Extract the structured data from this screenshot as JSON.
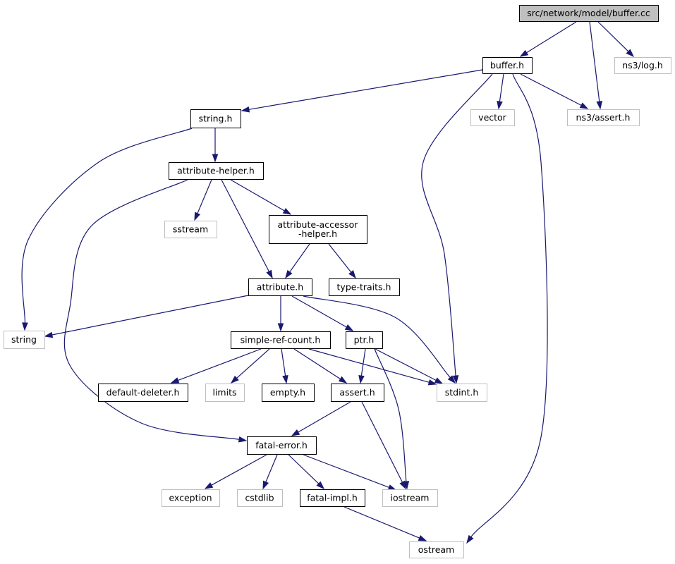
{
  "graph": {
    "colors": {
      "edge": "#191970",
      "root_fill": "#bfbfbf",
      "local_border": "#000000",
      "external_border": "#bfbfbf",
      "text": "#000000"
    },
    "nodes": [
      {
        "id": "buffer_cc",
        "lines": [
          "src/network/model/buffer.cc"
        ],
        "kind": "root"
      },
      {
        "id": "buffer_h",
        "lines": [
          "buffer.h"
        ],
        "kind": "local"
      },
      {
        "id": "log_h",
        "lines": [
          "ns3/log.h"
        ],
        "kind": "external"
      },
      {
        "id": "ns3_assert_h",
        "lines": [
          "ns3/assert.h"
        ],
        "kind": "external"
      },
      {
        "id": "vector",
        "lines": [
          "vector"
        ],
        "kind": "external"
      },
      {
        "id": "string_h",
        "lines": [
          "string.h"
        ],
        "kind": "local"
      },
      {
        "id": "attribute_helper_h",
        "lines": [
          "attribute-helper.h"
        ],
        "kind": "local"
      },
      {
        "id": "sstream",
        "lines": [
          "sstream"
        ],
        "kind": "external"
      },
      {
        "id": "attribute_accessor_helper_h",
        "lines": [
          "attribute-accessor",
          "-helper.h"
        ],
        "kind": "local"
      },
      {
        "id": "attribute_h",
        "lines": [
          "attribute.h"
        ],
        "kind": "local"
      },
      {
        "id": "type_traits_h",
        "lines": [
          "type-traits.h"
        ],
        "kind": "local"
      },
      {
        "id": "string",
        "lines": [
          "string"
        ],
        "kind": "external"
      },
      {
        "id": "simple_ref_count_h",
        "lines": [
          "simple-ref-count.h"
        ],
        "kind": "local"
      },
      {
        "id": "ptr_h",
        "lines": [
          "ptr.h"
        ],
        "kind": "local"
      },
      {
        "id": "default_deleter_h",
        "lines": [
          "default-deleter.h"
        ],
        "kind": "local"
      },
      {
        "id": "limits",
        "lines": [
          "limits"
        ],
        "kind": "external"
      },
      {
        "id": "empty_h",
        "lines": [
          "empty.h"
        ],
        "kind": "local"
      },
      {
        "id": "assert_h",
        "lines": [
          "assert.h"
        ],
        "kind": "local"
      },
      {
        "id": "stdint_h",
        "lines": [
          "stdint.h"
        ],
        "kind": "external"
      },
      {
        "id": "fatal_error_h",
        "lines": [
          "fatal-error.h"
        ],
        "kind": "local"
      },
      {
        "id": "exception",
        "lines": [
          "exception"
        ],
        "kind": "external"
      },
      {
        "id": "cstdlib",
        "lines": [
          "cstdlib"
        ],
        "kind": "external"
      },
      {
        "id": "fatal_impl_h",
        "lines": [
          "fatal-impl.h"
        ],
        "kind": "local"
      },
      {
        "id": "iostream",
        "lines": [
          "iostream"
        ],
        "kind": "external"
      },
      {
        "id": "ostream",
        "lines": [
          "ostream"
        ],
        "kind": "external"
      }
    ],
    "edges": [
      {
        "from": "buffer_cc",
        "to": "buffer_h"
      },
      {
        "from": "buffer_cc",
        "to": "ns3_assert_h"
      },
      {
        "from": "buffer_cc",
        "to": "log_h"
      },
      {
        "from": "buffer_h",
        "to": "string_h"
      },
      {
        "from": "buffer_h",
        "to": "vector"
      },
      {
        "from": "buffer_h",
        "to": "ns3_assert_h"
      },
      {
        "from": "buffer_h",
        "to": "stdint_h"
      },
      {
        "from": "buffer_h",
        "to": "ostream"
      },
      {
        "from": "string_h",
        "to": "attribute_helper_h"
      },
      {
        "from": "string_h",
        "to": "string"
      },
      {
        "from": "attribute_helper_h",
        "to": "sstream"
      },
      {
        "from": "attribute_helper_h",
        "to": "attribute_accessor_helper_h"
      },
      {
        "from": "attribute_helper_h",
        "to": "attribute_h"
      },
      {
        "from": "attribute_helper_h",
        "to": "fatal_error_h"
      },
      {
        "from": "attribute_accessor_helper_h",
        "to": "attribute_h"
      },
      {
        "from": "attribute_accessor_helper_h",
        "to": "type_traits_h"
      },
      {
        "from": "attribute_h",
        "to": "string"
      },
      {
        "from": "attribute_h",
        "to": "simple_ref_count_h"
      },
      {
        "from": "attribute_h",
        "to": "ptr_h"
      },
      {
        "from": "attribute_h",
        "to": "stdint_h"
      },
      {
        "from": "simple_ref_count_h",
        "to": "default_deleter_h"
      },
      {
        "from": "simple_ref_count_h",
        "to": "limits"
      },
      {
        "from": "simple_ref_count_h",
        "to": "empty_h"
      },
      {
        "from": "simple_ref_count_h",
        "to": "assert_h"
      },
      {
        "from": "simple_ref_count_h",
        "to": "stdint_h"
      },
      {
        "from": "ptr_h",
        "to": "assert_h"
      },
      {
        "from": "ptr_h",
        "to": "stdint_h"
      },
      {
        "from": "ptr_h",
        "to": "iostream"
      },
      {
        "from": "assert_h",
        "to": "fatal_error_h"
      },
      {
        "from": "assert_h",
        "to": "iostream"
      },
      {
        "from": "fatal_error_h",
        "to": "exception"
      },
      {
        "from": "fatal_error_h",
        "to": "cstdlib"
      },
      {
        "from": "fatal_error_h",
        "to": "fatal_impl_h"
      },
      {
        "from": "fatal_error_h",
        "to": "iostream"
      },
      {
        "from": "fatal_impl_h",
        "to": "ostream"
      }
    ]
  }
}
